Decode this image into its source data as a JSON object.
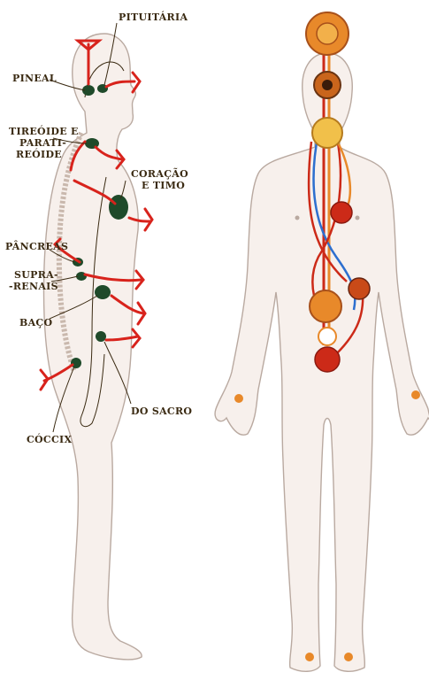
{
  "labels": {
    "pituitary": "PITUITÁRIA",
    "pineal": "PINEAL",
    "thyroid_1": "TIREÓIDE E",
    "thyroid_2": "PARATI-",
    "thyroid_3": "REÓIDE",
    "heart_1": "CORAÇÃO",
    "heart_2": "E TIMO",
    "pancreas": "PÂNCREAS",
    "adrenal_1": "SUPRA-",
    "adrenal_2": "-RENAIS",
    "spleen": "BAÇO",
    "sacral": "DO SACRO",
    "coccyx": "CÓCCIX"
  },
  "colors": {
    "gland": "#1f4a2a",
    "nerve": "#d8231c",
    "chakra_orange": "#e8892a",
    "chakra_red": "#cc2a18",
    "channel_blue": "#2d6fcf",
    "skin": "#f7f0ec"
  }
}
